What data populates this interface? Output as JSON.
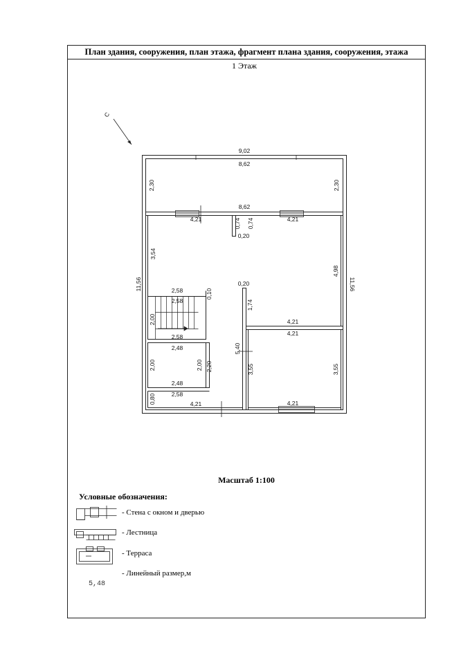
{
  "sheet": {
    "title": "План здания, сооружения, план этажа, фрагмент плана здания, сооружения, этажа",
    "floor_label": "1 Этаж",
    "compass_label": "С"
  },
  "dimensions": {
    "top_outer": "9,02",
    "top_inner": "8,62",
    "terrace_bottom": "8,62",
    "terrace_left": "2,30",
    "terrace_right": "2,30",
    "outer_left": "11,56",
    "outer_right": "11,56",
    "living_bottom_left": "4,21",
    "living_bottom_right": "4,21",
    "partition_a": "0,74",
    "partition_b": "0,74",
    "partition_gap": "0,20",
    "living_left_height": "3,54",
    "living_right_height": "4,98",
    "stair_width_top": "2,58",
    "stair_width_inner": "2,58",
    "stair_wall": "0,10",
    "stair_height": "2,00",
    "stair_width_bottom": "2,58",
    "corridor_gap": "0,20",
    "corridor_height": "1,74",
    "kitchen_top": "4,21",
    "bedroom_top": "4,21",
    "room_width_top": "2,48",
    "room_height_left": "2,00",
    "room_height_right": "2,00",
    "room_wall": "2,20",
    "room_width_bottom": "2,48",
    "corridor_length": "5,40",
    "bedroom_left": "3,55",
    "bedroom_right": "3,55",
    "hall_height": "0,80",
    "hall_width": "2,58",
    "hall_bottom": "4,21",
    "bedroom_bottom": "4,21"
  },
  "scale": "Масштаб 1:100",
  "legend": {
    "heading": "Условные обозначения:",
    "items": [
      "- Стена с окном и дверью",
      "- Лестница",
      "- Терраса",
      "- Линейный размер,м"
    ],
    "sample_dimension": "5,48"
  }
}
